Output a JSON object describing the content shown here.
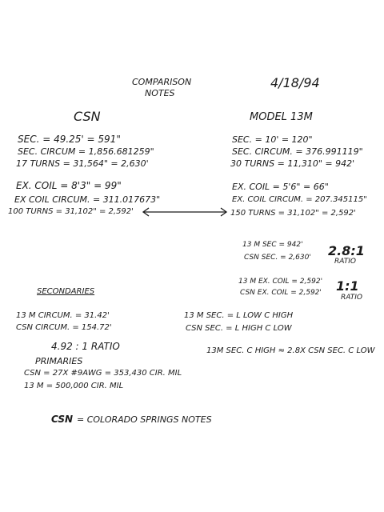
{
  "header": {
    "title_line1": "COMPARISON",
    "title_line2": "NOTES",
    "date": "4/18/94"
  },
  "left": {
    "heading": "CSN",
    "sec": "SEC. = 49.25' = 591\"",
    "sec_circum": "SEC. CIRCUM = 1,856.681259\"",
    "turns": "17 TURNS = 31,564\" = 2,630'",
    "ex_coil": "EX. COIL = 8'3\" = 99\"",
    "ex_coil_circum": "EX COIL CIRCUM. = 311.017673\"",
    "turns2": "100 TURNS = 31,102\" = 2,592'"
  },
  "right": {
    "heading": "MODEL 13M",
    "sec": "SEC. = 10' = 120\"",
    "sec_circum": "SEC. CIRCUM. = 376.991119\"",
    "turns": "30 TURNS = 11,310\" = 942'",
    "ex_coil": "EX. COIL = 5'6\" = 66\"",
    "ex_coil_circum": "EX. COIL CIRCUM. = 207.345115\"",
    "turns2": "150 TURNS = 31,102\" = 2,592'"
  },
  "ratios": {
    "r1_line1": "13 M SEC = 942'",
    "r1_line2": "CSN SEC. = 2,630'",
    "r1_value": "2.8:1",
    "r1_label": "RATIO",
    "r2_line1": "13 M EX. COIL = 2,592'",
    "r2_line2": "CSN EX. COIL = 2,592'",
    "r2_value": "1:1",
    "r2_label": "RATIO"
  },
  "secondaries": {
    "heading": "SECONDARIES",
    "line1": "13 M CIRCUM. = 31.42'",
    "line2": "CSN CIRCUM. = 154.72'",
    "ratio": "4.92 : 1 RATIO"
  },
  "sec_formula": {
    "line1": "13 M      SEC. = L LOW C HIGH",
    "line2": "CSN       SEC. = L HIGH C LOW",
    "line3": "13M SEC. C HIGH ≈ 2.8X CSN SEC. C LOW"
  },
  "primaries": {
    "heading": "PRIMARIES",
    "line1": "CSN = 27X #9AWG = 353,430 CIR. MIL",
    "line2": "13 M = 500,000 CIR. MIL"
  },
  "footer": {
    "abbr": "CSN",
    "text": "= COLORADO SPRINGS NOTES"
  }
}
